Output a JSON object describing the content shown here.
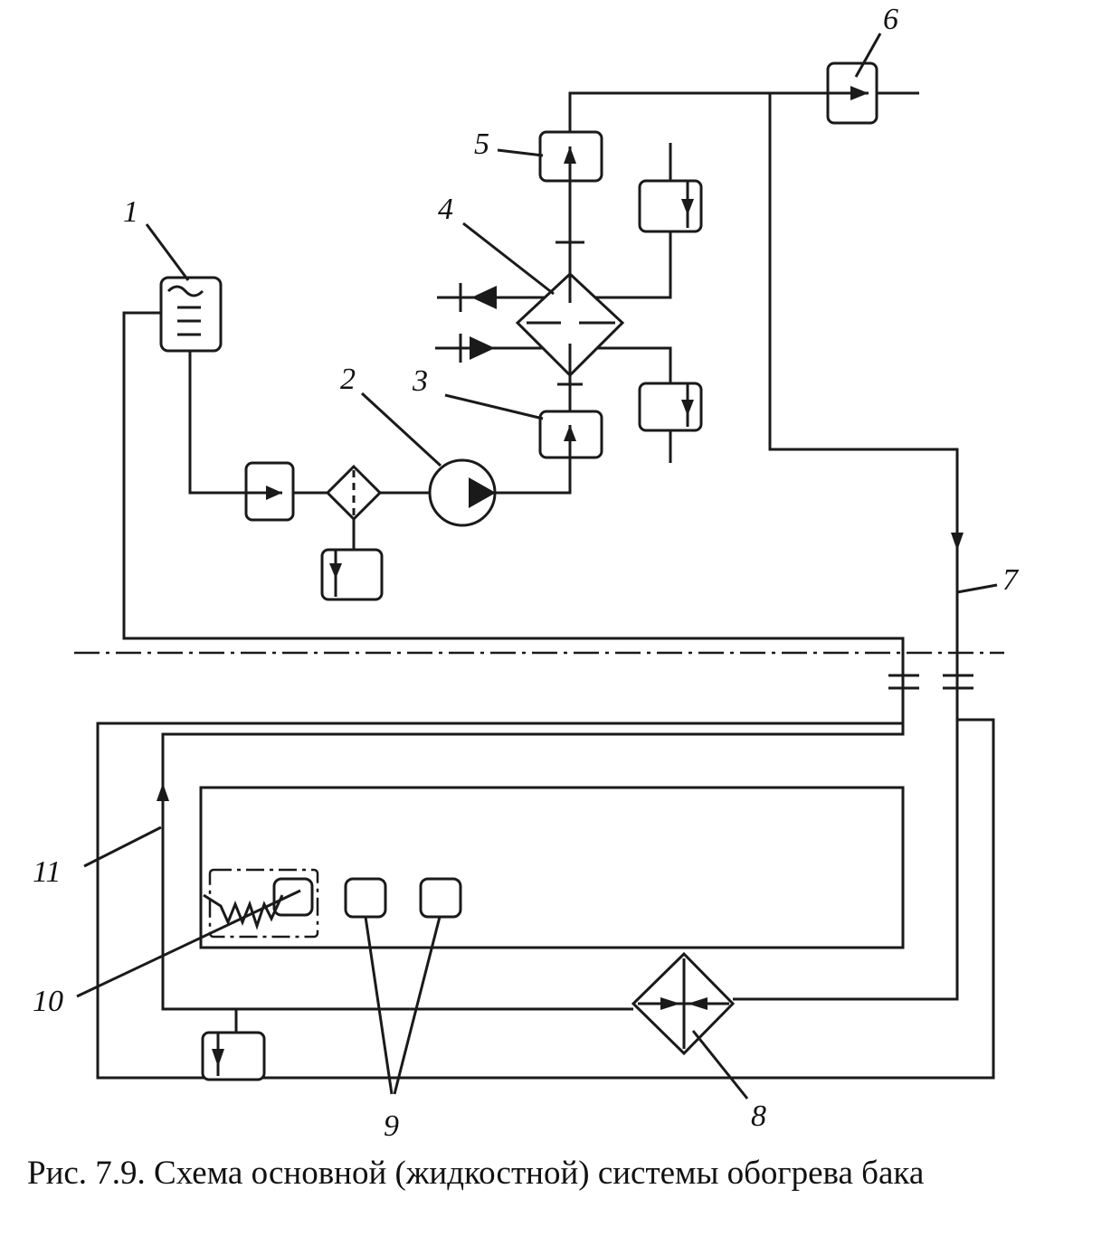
{
  "labels": {
    "l1": "1",
    "l2": "2",
    "l3": "3",
    "l4": "4",
    "l5": "5",
    "l6": "6",
    "l7": "7",
    "l8": "8",
    "l9": "9",
    "l10": "10",
    "l11": "11"
  },
  "caption": "Рис. 7.9.  Схема основной (жидкостной) системы обогрева бака"
}
